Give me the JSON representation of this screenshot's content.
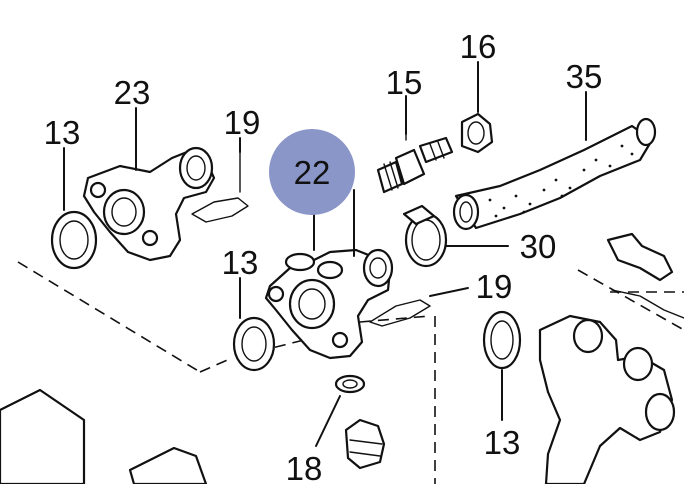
{
  "highlight": {
    "label": "22",
    "color": "#8b96c8"
  },
  "callouts": [
    {
      "id": "c23a",
      "text": "23"
    },
    {
      "id": "c13a",
      "text": "13"
    },
    {
      "id": "c19a",
      "text": "19"
    },
    {
      "id": "c15",
      "text": "15"
    },
    {
      "id": "c16",
      "text": "16"
    },
    {
      "id": "c35",
      "text": "35"
    },
    {
      "id": "c13b",
      "text": "13"
    },
    {
      "id": "c30",
      "text": "30"
    },
    {
      "id": "c19b",
      "text": "19"
    },
    {
      "id": "c13c",
      "text": "13"
    },
    {
      "id": "c18",
      "text": "18"
    }
  ]
}
